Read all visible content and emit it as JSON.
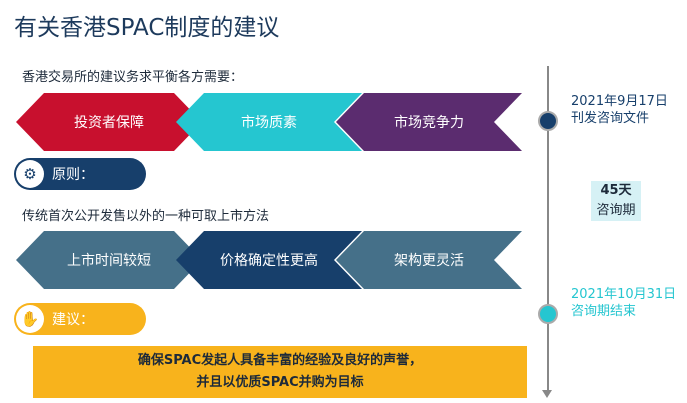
{
  "title": "有关香港SPAC制度的建议",
  "intro": "香港交易所的建议务求平衡各方需要：",
  "row1": [
    {
      "label": "投资者保障",
      "color": "#c8102e"
    },
    {
      "label": "市场质素",
      "color": "#25c6d0"
    },
    {
      "label": "市场竞争力",
      "color": "#5b2c6f"
    }
  ],
  "principle": {
    "label": "原则：",
    "color": "#173f6b",
    "icon": "head-gear-icon"
  },
  "principle_text": "传统首次公开发售以外的一种可取上市方法",
  "row2": [
    {
      "label": "上市时间较短",
      "color": "#457089"
    },
    {
      "label": "价格确定性更高",
      "color": "#173f6b"
    },
    {
      "label": "架构更灵活",
      "color": "#457089"
    }
  ],
  "suggestion": {
    "label": "建议：",
    "color": "#f8b31c",
    "icon": "person-raising-hand-icon"
  },
  "suggestion_text": [
    "确保SPAC发起人具备丰富的经验及良好的声誉，",
    "并且以优质SPAC并购为目标"
  ],
  "timeline": {
    "start_date": "2021年9月17日",
    "start_label": "刊发咨询文件",
    "period_days": "45天",
    "period_label": "咨询期",
    "end_date": "2021年10月31日",
    "end_label": "咨询期结束"
  }
}
